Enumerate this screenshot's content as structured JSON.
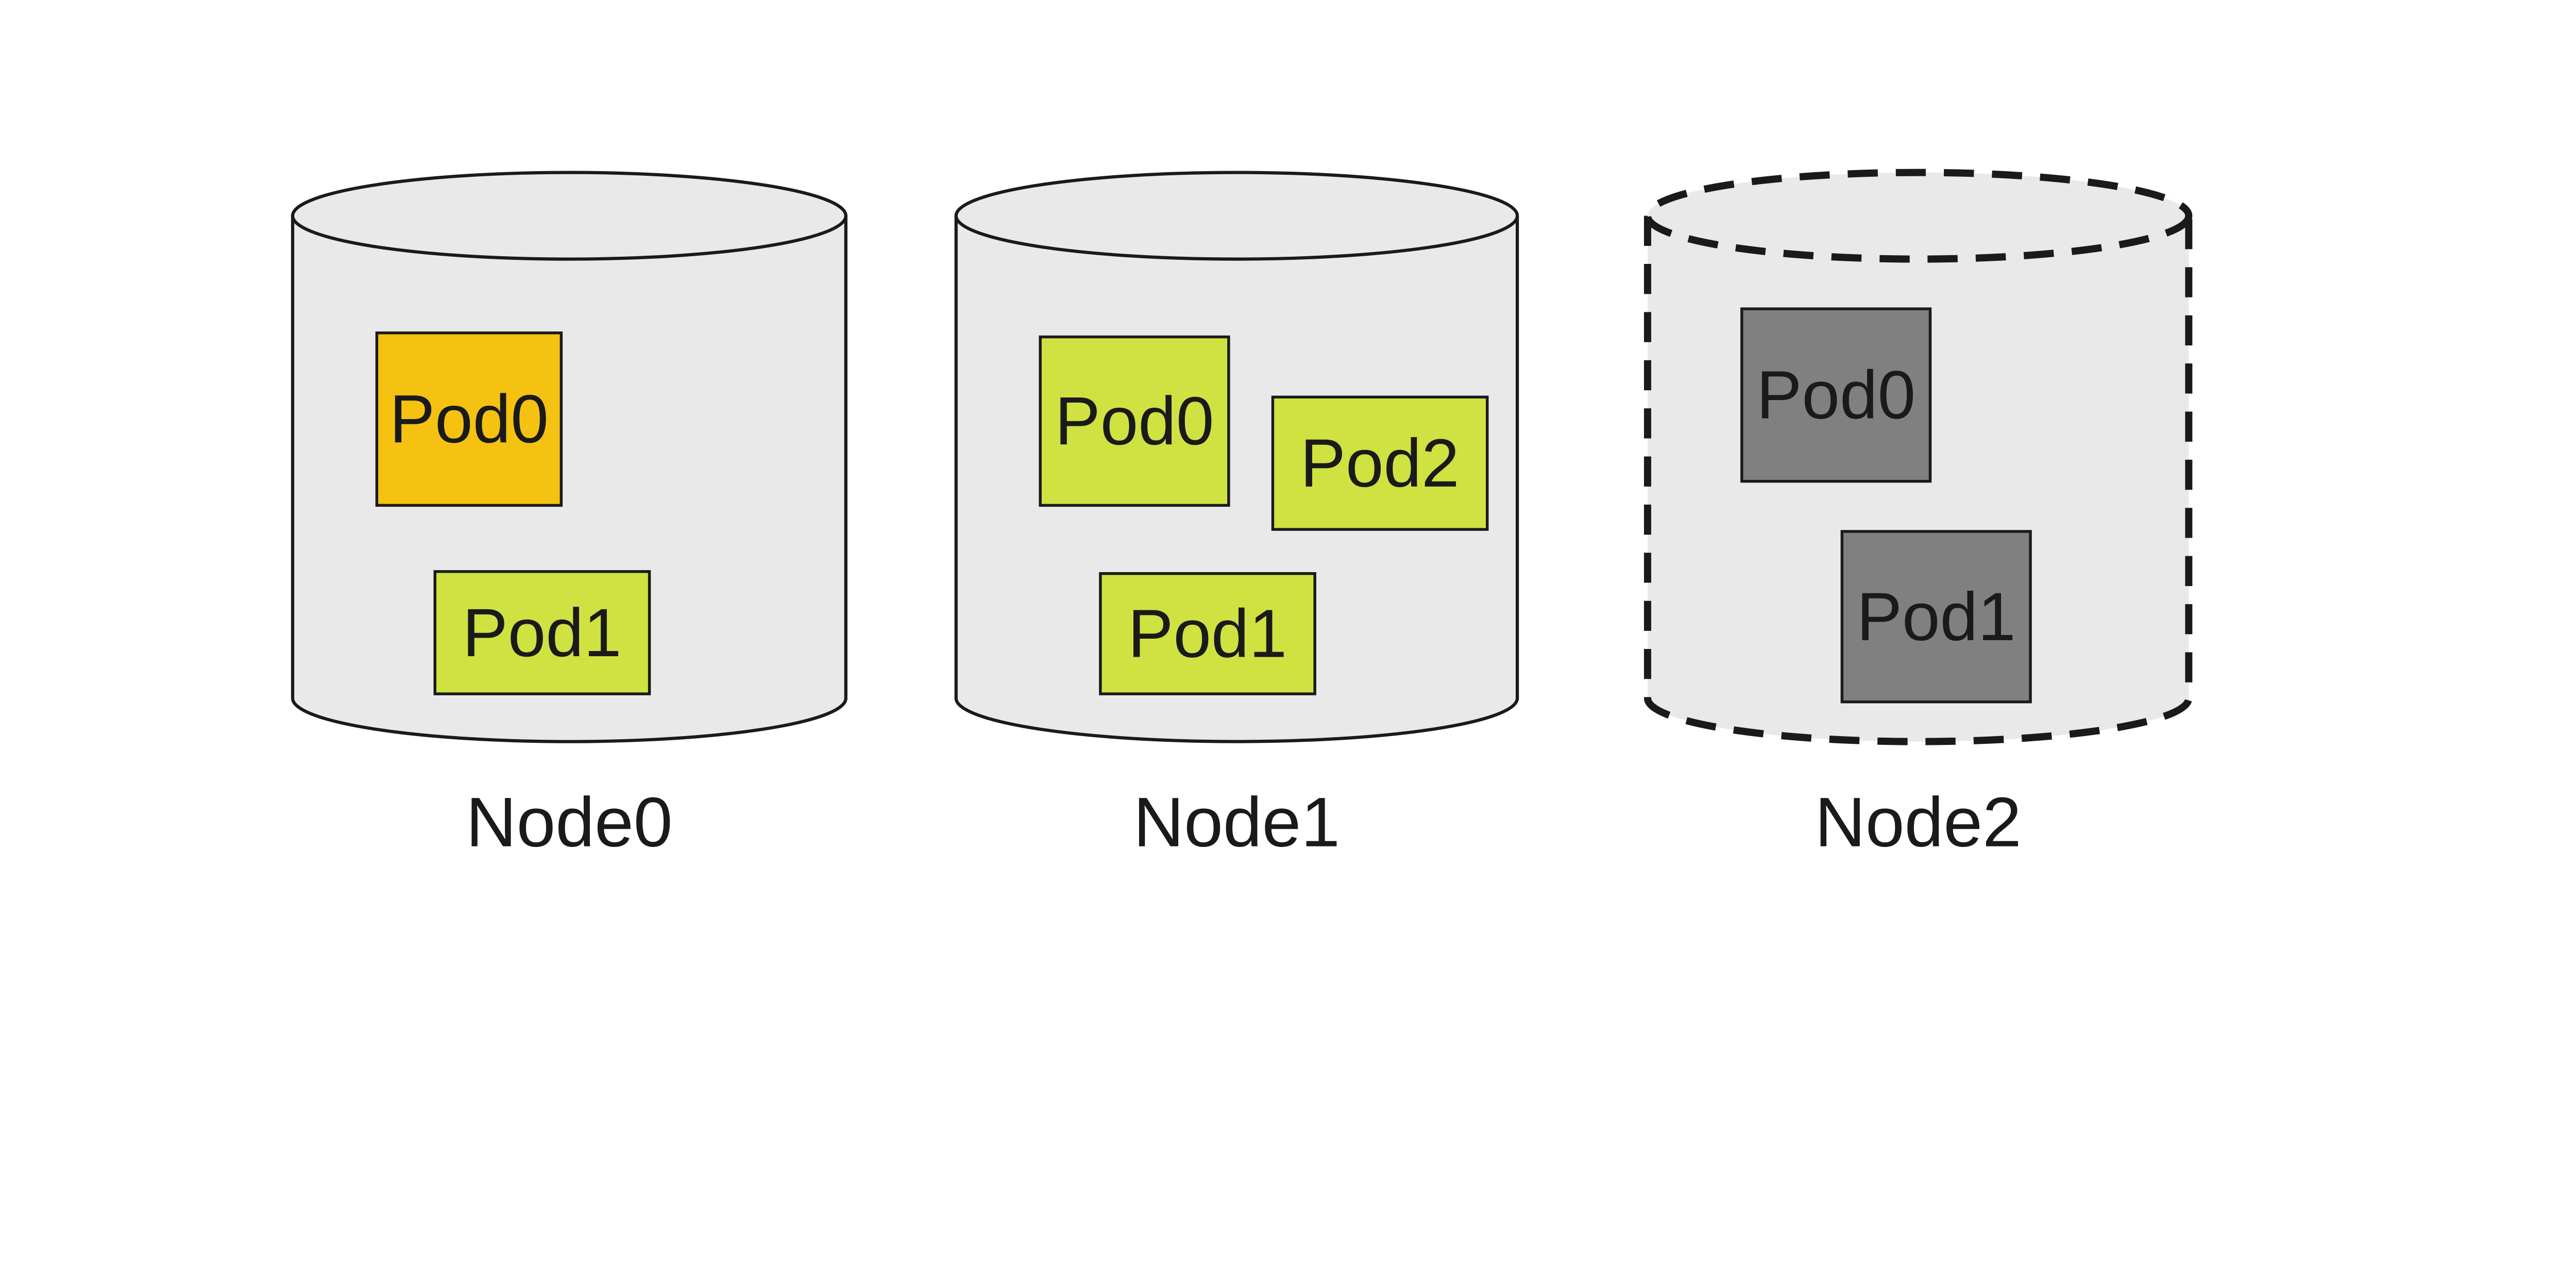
{
  "colors": {
    "background": "#ffffff",
    "outline": "#1a1a1a",
    "cylinder_fill": "#e9e9e9",
    "pod_orange": "#f5c211",
    "pod_green": "#cfe241",
    "pod_gray": "#808080",
    "text": "#1a1a1a"
  },
  "nodes": [
    {
      "label": "Node0",
      "border": "solid",
      "fill": "#e9e9e9",
      "pods": [
        {
          "label": "Pod0",
          "color": "#f5c211"
        },
        {
          "label": "Pod1",
          "color": "#cfe241"
        }
      ]
    },
    {
      "label": "Node1",
      "border": "solid",
      "fill": "#e9e9e9",
      "pods": [
        {
          "label": "Pod0",
          "color": "#cfe241"
        },
        {
          "label": "Pod2",
          "color": "#cfe241"
        },
        {
          "label": "Pod1",
          "color": "#cfe241"
        }
      ]
    },
    {
      "label": "Node2",
      "border": "dashed",
      "fill": "#e9e9e9",
      "pods": [
        {
          "label": "Pod0",
          "color": "#808080"
        },
        {
          "label": "Pod1",
          "color": "#808080"
        }
      ]
    }
  ]
}
